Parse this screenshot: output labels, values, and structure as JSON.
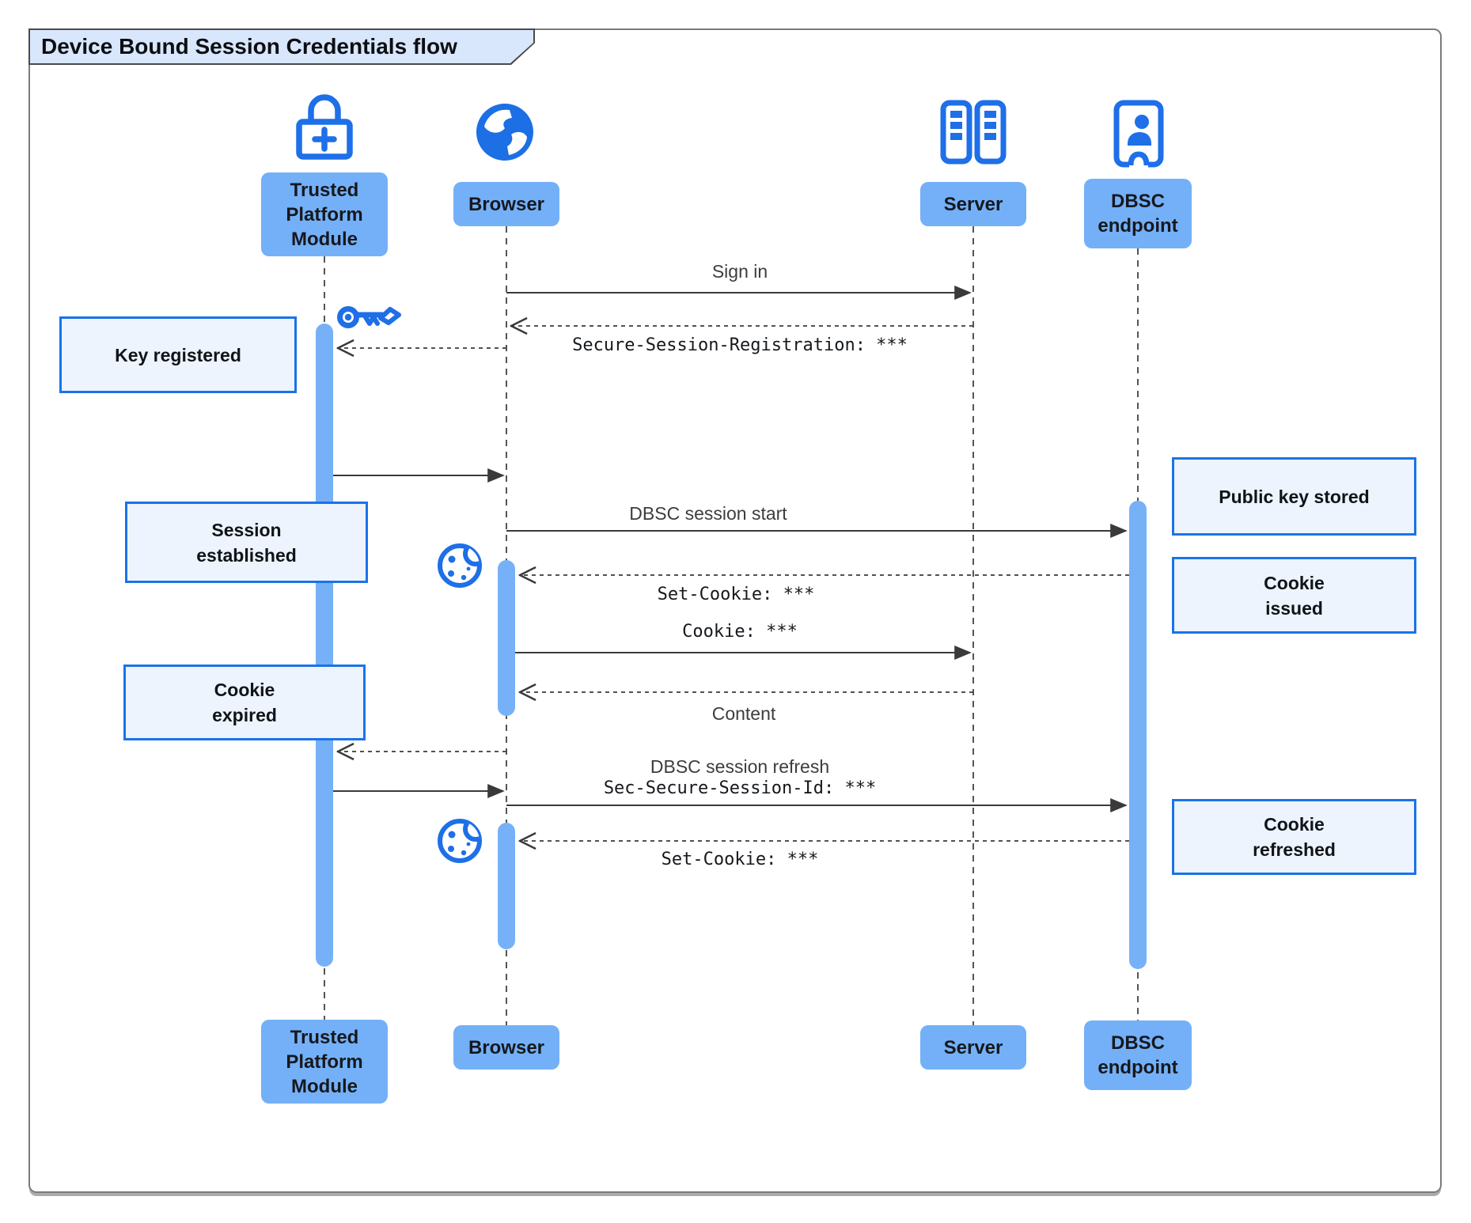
{
  "diagram": {
    "title": "Device Bound Session Credentials flow",
    "kind": "sequence-diagram"
  },
  "participants": {
    "tpm": {
      "label": "Trusted Platform Module",
      "icon": "lock-plus-icon"
    },
    "browser": {
      "label": "Browser",
      "icon": "globe-icon"
    },
    "server": {
      "label": "Server",
      "icon": "server-rack-icon"
    },
    "dbsc": {
      "label": "DBSC endpoint",
      "icon": "badge-person-icon"
    }
  },
  "messages": {
    "sign_in": "Sign in",
    "registration": "Secure-Session-Registration: ***",
    "dbsc_session_start": "DBSC session start",
    "set_cookie_issue": "Set-Cookie: ***",
    "cookie": "Cookie: ***",
    "content": "Content",
    "dbsc_session_refresh": "DBSC session refresh",
    "session_id": "Sec-Secure-Session-Id: ***",
    "set_cookie_refresh": "Set-Cookie: ***"
  },
  "notes": {
    "key_registered": "Key registered",
    "session_established": "Session established",
    "cookie_expired": "Cookie expired",
    "public_key_stored": "Public key stored",
    "cookie_issued": "Cookie issued",
    "cookie_refreshed": "Cookie refreshed"
  },
  "icons": {
    "tpm": "lock-plus-icon",
    "browser": "globe-icon",
    "server": "server-rack-icon",
    "dbsc_endpoint": "badge-person-icon",
    "key_registered_marker": "key-icon",
    "cookie_markers": "cookie-icon"
  },
  "colors": {
    "icon_blue": "#1e6fe8",
    "participant_fill": "#74b0f8",
    "activation_fill": "#76b1f8",
    "note_fill": "#edf4fd",
    "note_border": "#1a73e8",
    "title_tab_fill": "#d8e7fb",
    "arrow": "#3a3a3a",
    "frame_border": "#7b7b7b"
  }
}
